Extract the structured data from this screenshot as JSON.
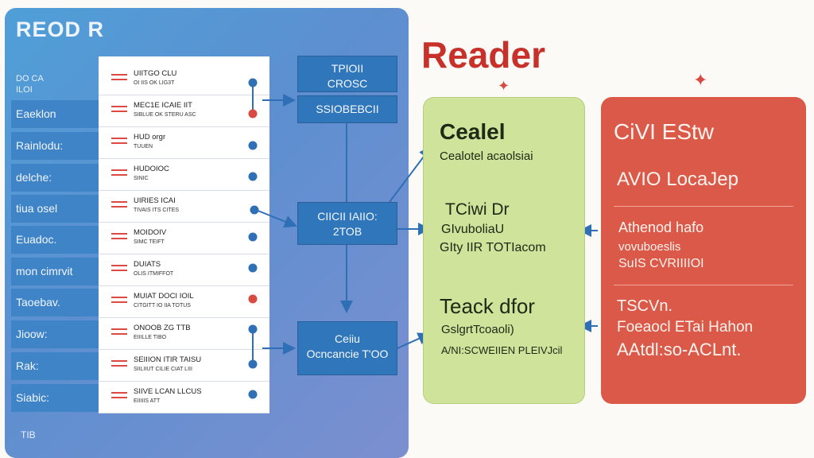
{
  "panel": {
    "title": "REOD R",
    "sidebar_top": [
      "DO CA",
      "ILOI"
    ],
    "sidebar_items": [
      "Eaeklon",
      "Rainlodu:",
      "delche:",
      "tiua osel",
      "Euadoc.",
      "mon cimrvit",
      "Taoebav.",
      "Jioow:",
      "Rak:",
      "Siabic:"
    ],
    "sidebar_bottom": "TIB",
    "list_items": [
      {
        "title": "UIITGO CLU",
        "sub": "OI IIS OK LIG3T",
        "dot": "blue"
      },
      {
        "title": "MEC1E ICAIE IIT",
        "sub": "SIBLUE OK STERU ASC",
        "dot": "red"
      },
      {
        "title": "HUD orgr",
        "sub": "TUUEN",
        "dot": "blue"
      },
      {
        "title": "HUDOIOC",
        "sub": "SINIC",
        "dot": "blue"
      },
      {
        "title": "UIRIES ICAI",
        "sub": "TIVAIS ITS CITES",
        "dot": "blue"
      },
      {
        "title": "MOIDOIV",
        "sub": "SIMC TEIFT",
        "dot": "blue"
      },
      {
        "title": "DUIATS",
        "sub": "OLIS ITMIFFOT",
        "dot": "blue"
      },
      {
        "title": "MUIAT DOCI IOIL",
        "sub": "CITGITT IO IIA TOTUS",
        "dot": "red"
      },
      {
        "title": "ONOOB ZG TTB",
        "sub": "EIIILLE TIBO",
        "dot": "blue"
      },
      {
        "title": "SEIIION ITIR TAISU",
        "sub": "SIILIIUT CILIE CIAT LIII",
        "dot": "blue"
      },
      {
        "title": "SIIVE LCAN LLCUS",
        "sub": "EIIIIIS ATT",
        "dot": "blue"
      }
    ],
    "box_top": [
      "TPIOII",
      "CROSC",
      "SSIOBEBCII"
    ],
    "box_middle": [
      "CIICII IAIIO:",
      "2TOB"
    ],
    "box_bottom": [
      "Ceiiu",
      "Ocncancie T'OO"
    ]
  },
  "reader": {
    "title": "Reader",
    "green": {
      "heading": "Cealel",
      "line1": "Cealotel acaolsiai",
      "block2": [
        "TCiwi Dr",
        "GIvuboliaU",
        "GIty IIR TOTIacom"
      ],
      "block3_heading": "Teack dfor",
      "block3": [
        "GslgrtTcoaoli)",
        "A/NI:SCWEIIEN PLEIVJcil"
      ]
    },
    "red": {
      "heading": "CiVI EStw",
      "line1": "AVIO LocaJep",
      "block2": [
        "Athenod hafo",
        "vovuboeslis",
        "SuIS CVRIIIIOI"
      ],
      "block3": [
        "TSCVn.",
        "Foeaocl ETai Hahon",
        "AAtdl:so-ACLnt."
      ]
    }
  },
  "colors": {
    "panel_blue": "#4f9fd8",
    "box_blue": "#3076bb",
    "accent_red": "#d84a42",
    "green_panel": "#cfe39a",
    "red_panel": "#da5948",
    "reader_title": "#c8302a"
  }
}
